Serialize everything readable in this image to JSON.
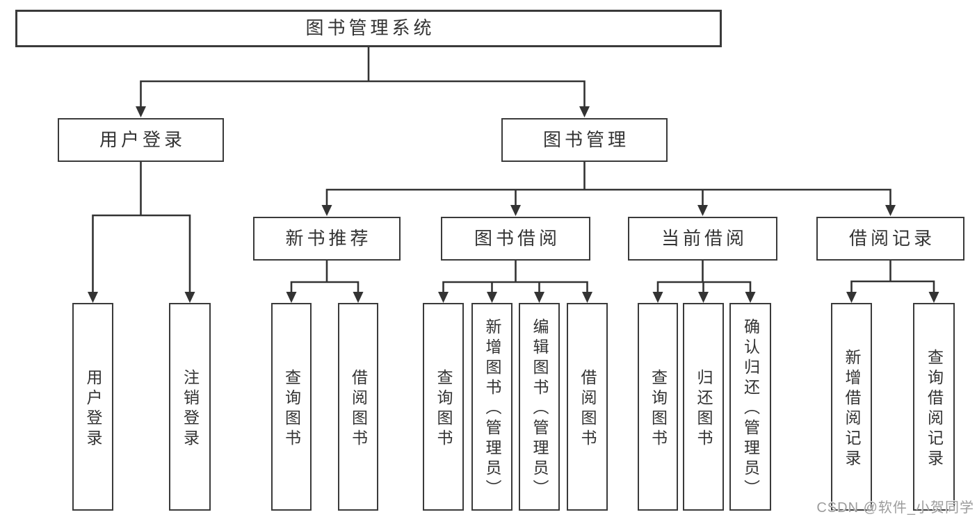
{
  "diagram": {
    "root": {
      "label": "图书管理系统"
    },
    "branches": [
      {
        "label": "用户登录",
        "children": [
          {
            "label": "用户登录"
          },
          {
            "label": "注销登录"
          }
        ]
      },
      {
        "label": "图书管理",
        "children": [
          {
            "label": "新书推荐",
            "children": [
              {
                "label": "查询图书"
              },
              {
                "label": "借阅图书"
              }
            ]
          },
          {
            "label": "图书借阅",
            "children": [
              {
                "label": "查询图书"
              },
              {
                "label": "新增图书（管理员）"
              },
              {
                "label": "编辑图书（管理员）"
              },
              {
                "label": "借阅图书"
              }
            ]
          },
          {
            "label": "当前借阅",
            "children": [
              {
                "label": "查询图书"
              },
              {
                "label": "归还图书"
              },
              {
                "label": "确认归还（管理员）"
              }
            ]
          },
          {
            "label": "借阅记录",
            "children": [
              {
                "label": "新增借阅记录"
              },
              {
                "label": "查询借阅记录"
              }
            ]
          }
        ]
      }
    ]
  },
  "watermark": {
    "text": "CSDN @软件_小贺同学"
  },
  "colors": {
    "line": "#333333",
    "box_border": "#3a3a3a",
    "box_bg": "#ffffff",
    "text": "#333333",
    "watermark": "#9c9c9c",
    "background": "#ffffff"
  }
}
